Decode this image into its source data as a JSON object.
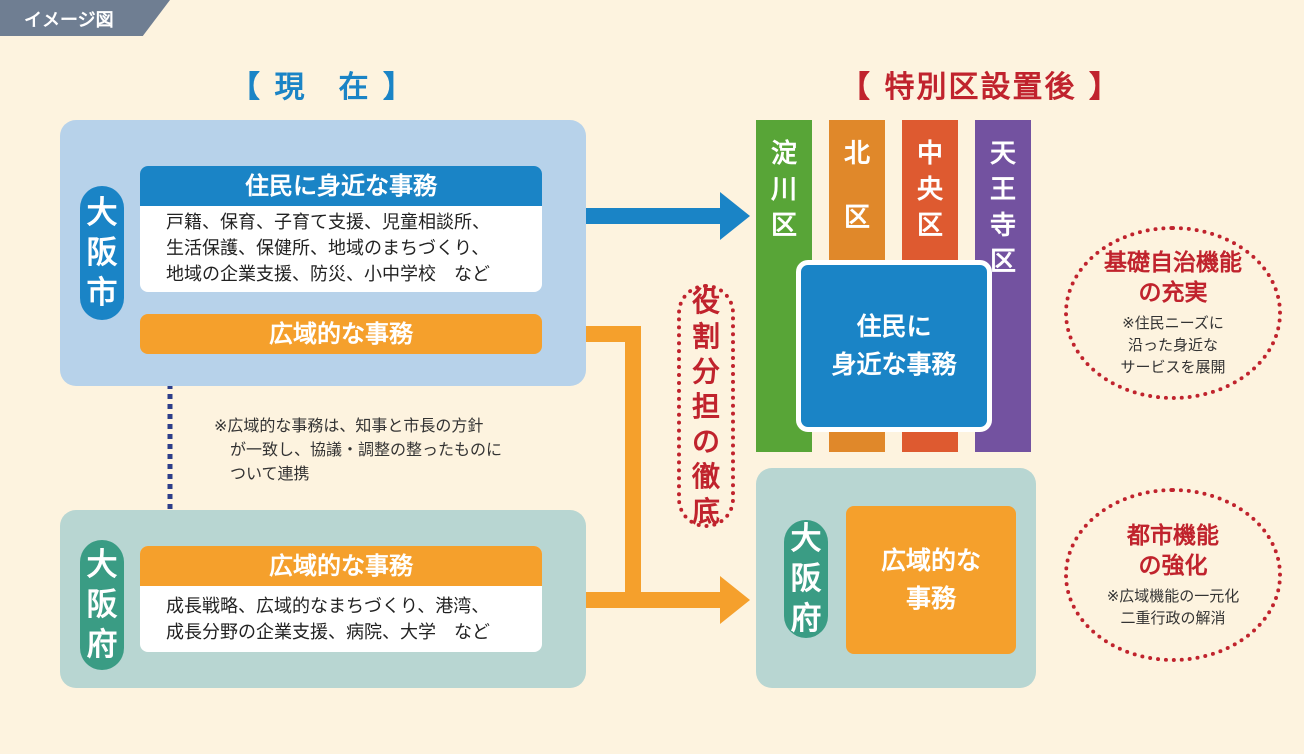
{
  "tag": "イメージ図",
  "current_title": "【 現　在 】",
  "after_title": "【 特別区設置後 】",
  "city_label": [
    "大",
    "阪",
    "市"
  ],
  "city_local_head": "住民に身近な事務",
  "city_local_body": "戸籍、保育、子育て支援、児童相談所、\n生活保護、保健所、地域のまちづくり、\n地域の企業支援、防災、小中学校　など",
  "city_wide_head": "広域的な事務",
  "note": "※広域的な事務は、知事と市長の方針\n　が一致し、協議・調整の整ったものに\n　ついて連携",
  "pref_label": [
    "大",
    "阪",
    "府"
  ],
  "pref_wide_head": "広域的な事務",
  "pref_wide_body": "成長戦略、広域的なまちづくり、港湾、\n成長分野の企業支援、病院、大学　など",
  "role_label": [
    "役",
    "割",
    "分",
    "担",
    "の",
    "徹",
    "底"
  ],
  "wards": [
    {
      "chars": [
        "淀",
        "川",
        "区"
      ],
      "color": "#58a537"
    },
    {
      "chars": [
        "北",
        "区"
      ],
      "color": "#e0882a"
    },
    {
      "chars": [
        "中",
        "央",
        "区"
      ],
      "color": "#de5a30"
    },
    {
      "chars": [
        "天",
        "王",
        "寺",
        "区"
      ],
      "color": "#7352a0"
    }
  ],
  "ward_box": [
    "住民に",
    "身近な事務"
  ],
  "pref_right_label": [
    "大",
    "阪",
    "府"
  ],
  "pref_right_box": [
    "広域的な",
    "事務"
  ],
  "circle1_title": "基礎自治機能\nの充実",
  "circle1_sub": "※住民ニーズに\n沿った身近な\nサービスを展開",
  "circle2_title": "都市機能\nの強化",
  "circle2_sub": "※広域機能の一元化\n二重行政の解消",
  "colors": {
    "title_blue": "#1a84c6",
    "title_red": "#c0232d",
    "city_blue": "#1a84c6",
    "wide_orange": "#f5a02c",
    "pref_teal": "#3a9c84",
    "arrow_blue": "#1a84c6",
    "arrow_orange": "#f5a02c",
    "dotted_arrow": "#2c3d8a"
  }
}
